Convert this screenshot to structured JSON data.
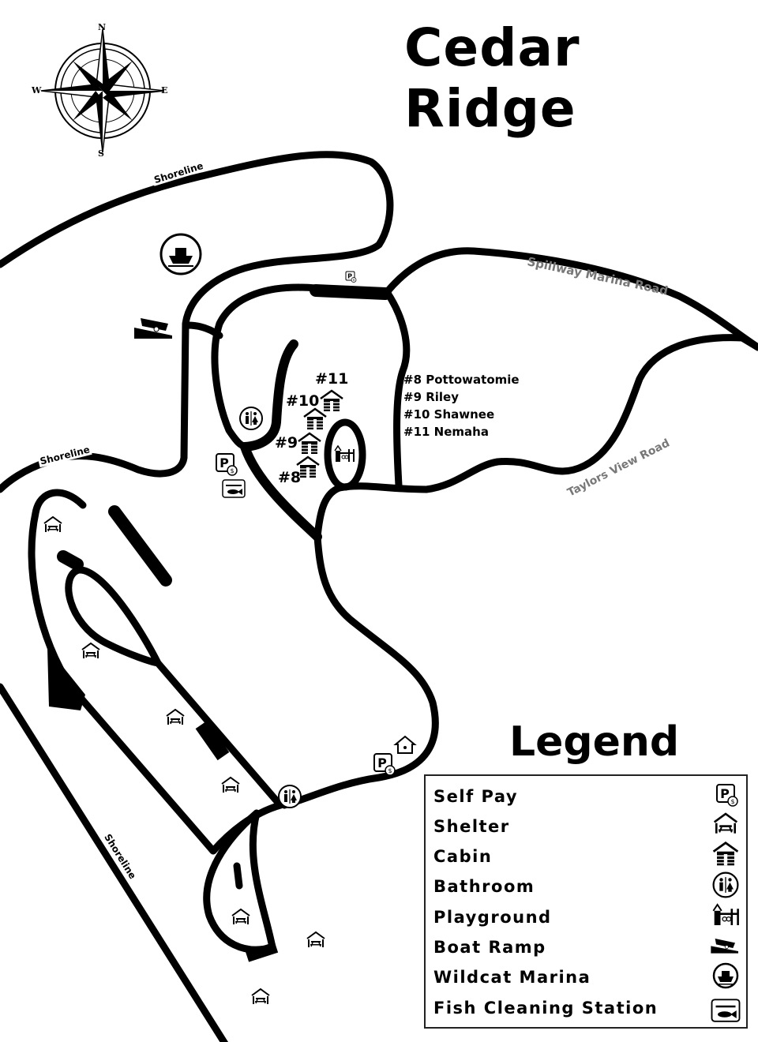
{
  "title": "Cedar Ridge",
  "compass": {
    "n": "N",
    "s": "S",
    "e": "E",
    "w": "W"
  },
  "map_labels": {
    "shoreline_top": "Shoreline",
    "shoreline_left": "Shoreline",
    "shoreline_bottom": "Shoreline",
    "spillway_road": "Spillway Marina Road",
    "taylors_road": "Taylors View Road"
  },
  "cabins": {
    "markers": [
      "#8",
      "#9",
      "#10",
      "#11"
    ],
    "list": [
      "#8 Pottowatomie",
      "#9 Riley",
      "#10 Shawnee",
      "#11 Nemaha"
    ]
  },
  "legend": {
    "title": "Legend",
    "items": [
      {
        "label": "Self Pay",
        "icon": "self-pay-icon"
      },
      {
        "label": "Shelter",
        "icon": "shelter-icon"
      },
      {
        "label": "Cabin",
        "icon": "cabin-icon"
      },
      {
        "label": "Bathroom",
        "icon": "bathroom-icon"
      },
      {
        "label": "Playground",
        "icon": "playground-icon"
      },
      {
        "label": "Boat Ramp",
        "icon": "boat-ramp-icon"
      },
      {
        "label": "Wildcat Marina",
        "icon": "marina-icon"
      },
      {
        "label": "Fish Cleaning Station",
        "icon": "fish-cleaning-icon"
      }
    ]
  },
  "colors": {
    "road": "#000000",
    "road_label": "#777777"
  }
}
